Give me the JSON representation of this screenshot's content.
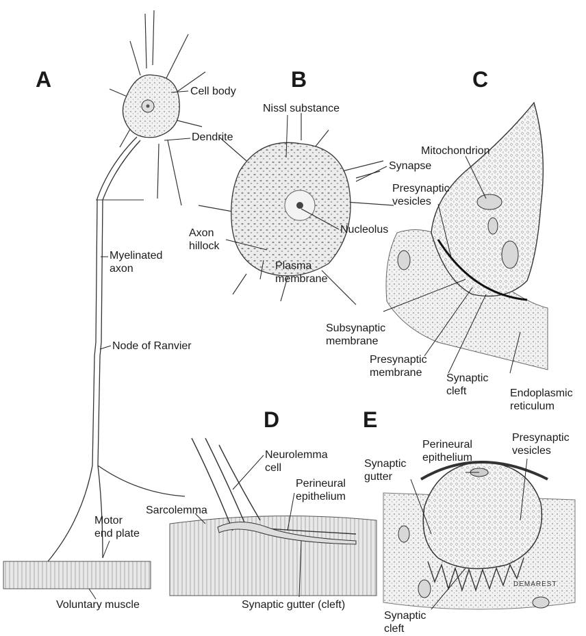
{
  "panels": {
    "a": "A",
    "b": "B",
    "c": "C",
    "d": "D",
    "e": "E"
  },
  "labels": {
    "cell_body": "Cell body",
    "dendrite": "Dendrite",
    "myelinated_axon": "Myelinated\naxon",
    "node_of_ranvier": "Node of Ranvier",
    "motor_end_plate": "Motor\nend plate",
    "voluntary_muscle": "Voluntary muscle",
    "nissl_substance": "Nissl substance",
    "synapse": "Synapse",
    "nucleolus": "Nucleolus",
    "axon_hillock": "Axon\nhillock",
    "plasma_membrane": "Plasma\nmembrane",
    "mitochondrion": "Mitochondrion",
    "presynaptic_vesicles_c": "Presynaptic\nvesicles",
    "subsynaptic_membrane": "Subsynaptic\nmembrane",
    "presynaptic_membrane": "Presynaptic\nmembrane",
    "synaptic_cleft_c": "Synaptic\ncleft",
    "endoplasmic_reticulum": "Endoplasmic\nreticulum",
    "neurolemma_cell": "Neurolemma\ncell",
    "perineural_epithelium_d": "Perineural\nepithelium",
    "sarcolemma": "Sarcolemma",
    "synaptic_gutter_cleft": "Synaptic gutter (cleft)",
    "perineural_epithelium_e": "Perineural\nepithelium",
    "presynaptic_vesicles_e": "Presynaptic\nvesicles",
    "synaptic_gutter": "Synaptic\ngutter",
    "synaptic_cleft_e": "Synaptic\ncleft"
  },
  "signature": "DEMAREST"
}
